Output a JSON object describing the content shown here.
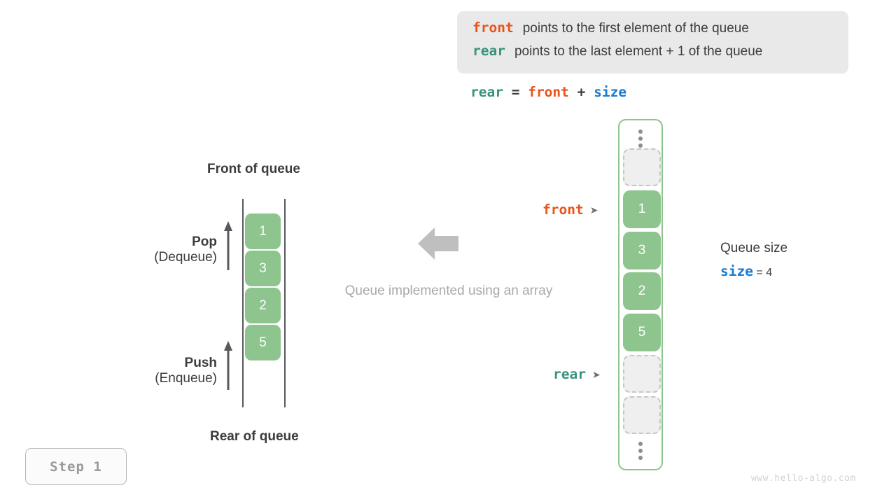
{
  "legend": {
    "lines": [
      {
        "keyword": "front",
        "keyword_color": "#e8541b",
        "text": "points to the first element of the queue"
      },
      {
        "keyword": "rear",
        "keyword_color": "#38927f",
        "text": "points to the last element + 1 of the queue"
      }
    ]
  },
  "formula": {
    "lhs": "rear",
    "eq": "=",
    "rhs1": "front",
    "plus": "+",
    "rhs2": "size"
  },
  "left_diagram": {
    "front_label": "Front of queue",
    "rear_label": "Rear of queue",
    "cells": [
      {
        "value": "1"
      },
      {
        "value": "3"
      },
      {
        "value": "2"
      },
      {
        "value": "5"
      }
    ],
    "operations": [
      {
        "title": "Pop",
        "subtitle": "(Dequeue)"
      },
      {
        "title": "Push",
        "subtitle": "(Enqueue)"
      }
    ]
  },
  "center": {
    "arrow_icon": "arrow-left-icon",
    "caption": "Queue implemented using an array"
  },
  "array_column": {
    "top_dots_icon": "vertical-dots-icon",
    "bottom_dots_icon": "vertical-dots-icon",
    "cells": [
      {
        "value": "",
        "state": "empty"
      },
      {
        "value": "1",
        "state": "filled"
      },
      {
        "value": "3",
        "state": "filled"
      },
      {
        "value": "2",
        "state": "filled"
      },
      {
        "value": "5",
        "state": "filled"
      },
      {
        "value": "",
        "state": "empty"
      },
      {
        "value": "",
        "state": "empty"
      }
    ],
    "pointers": [
      {
        "name": "front",
        "color": "#e8541b",
        "arrow": "➤"
      },
      {
        "name": "rear",
        "color": "#38927f",
        "arrow": "➤"
      }
    ]
  },
  "queue_size": {
    "title": "Queue size",
    "var": "size",
    "eq": "=",
    "value": "4"
  },
  "step_badge": {
    "label": "Step 1"
  },
  "watermark": {
    "text": "www.hello-algo.com"
  },
  "colors": {
    "cell_green": "#8ec48e",
    "front_orange": "#e8541b",
    "rear_teal": "#38927f",
    "size_blue": "#177bd0",
    "empty_gray": "#efefef",
    "legend_bg": "#e9e9e9"
  }
}
